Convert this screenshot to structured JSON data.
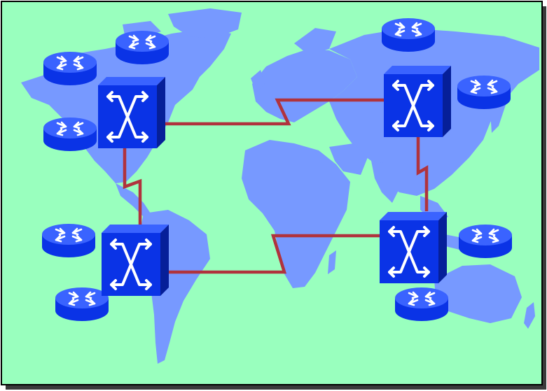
{
  "colors": {
    "background": "#99ffbe",
    "frame_border": "#000000",
    "frame_shadow": "#3a3a3a",
    "landmass": "#7799ff",
    "landmass_dark": "#6688f2",
    "link": "#b0333d",
    "device_front": "#0a33e6",
    "device_side": "#061f99",
    "device_top": "#3a63ff",
    "router_body": "#0a33e6",
    "router_top": "#3a63ff",
    "glyph": "#ffffff"
  },
  "diagram": {
    "switches": [
      {
        "id": "switch-northwest",
        "icon": "atm-switch-icon"
      },
      {
        "id": "switch-northeast",
        "icon": "atm-switch-icon"
      },
      {
        "id": "switch-southwest",
        "icon": "atm-switch-icon"
      },
      {
        "id": "switch-southeast",
        "icon": "atm-switch-icon"
      }
    ],
    "routers": [
      {
        "id": "router-nw-1",
        "icon": "router-icon"
      },
      {
        "id": "router-nw-2",
        "icon": "router-icon"
      },
      {
        "id": "router-nw-3",
        "icon": "router-icon"
      },
      {
        "id": "router-ne-1",
        "icon": "router-icon"
      },
      {
        "id": "router-ne-2",
        "icon": "router-icon"
      },
      {
        "id": "router-sw-1",
        "icon": "router-icon"
      },
      {
        "id": "router-sw-2",
        "icon": "router-icon"
      },
      {
        "id": "router-se-1",
        "icon": "router-icon"
      },
      {
        "id": "router-se-2",
        "icon": "router-icon"
      }
    ],
    "links": [
      {
        "from": "switch-northwest",
        "to": "switch-northeast"
      },
      {
        "from": "switch-northeast",
        "to": "switch-southeast"
      },
      {
        "from": "switch-southeast",
        "to": "switch-southwest"
      },
      {
        "from": "switch-southwest",
        "to": "switch-northwest"
      }
    ],
    "background_image": "world-map-icon"
  }
}
